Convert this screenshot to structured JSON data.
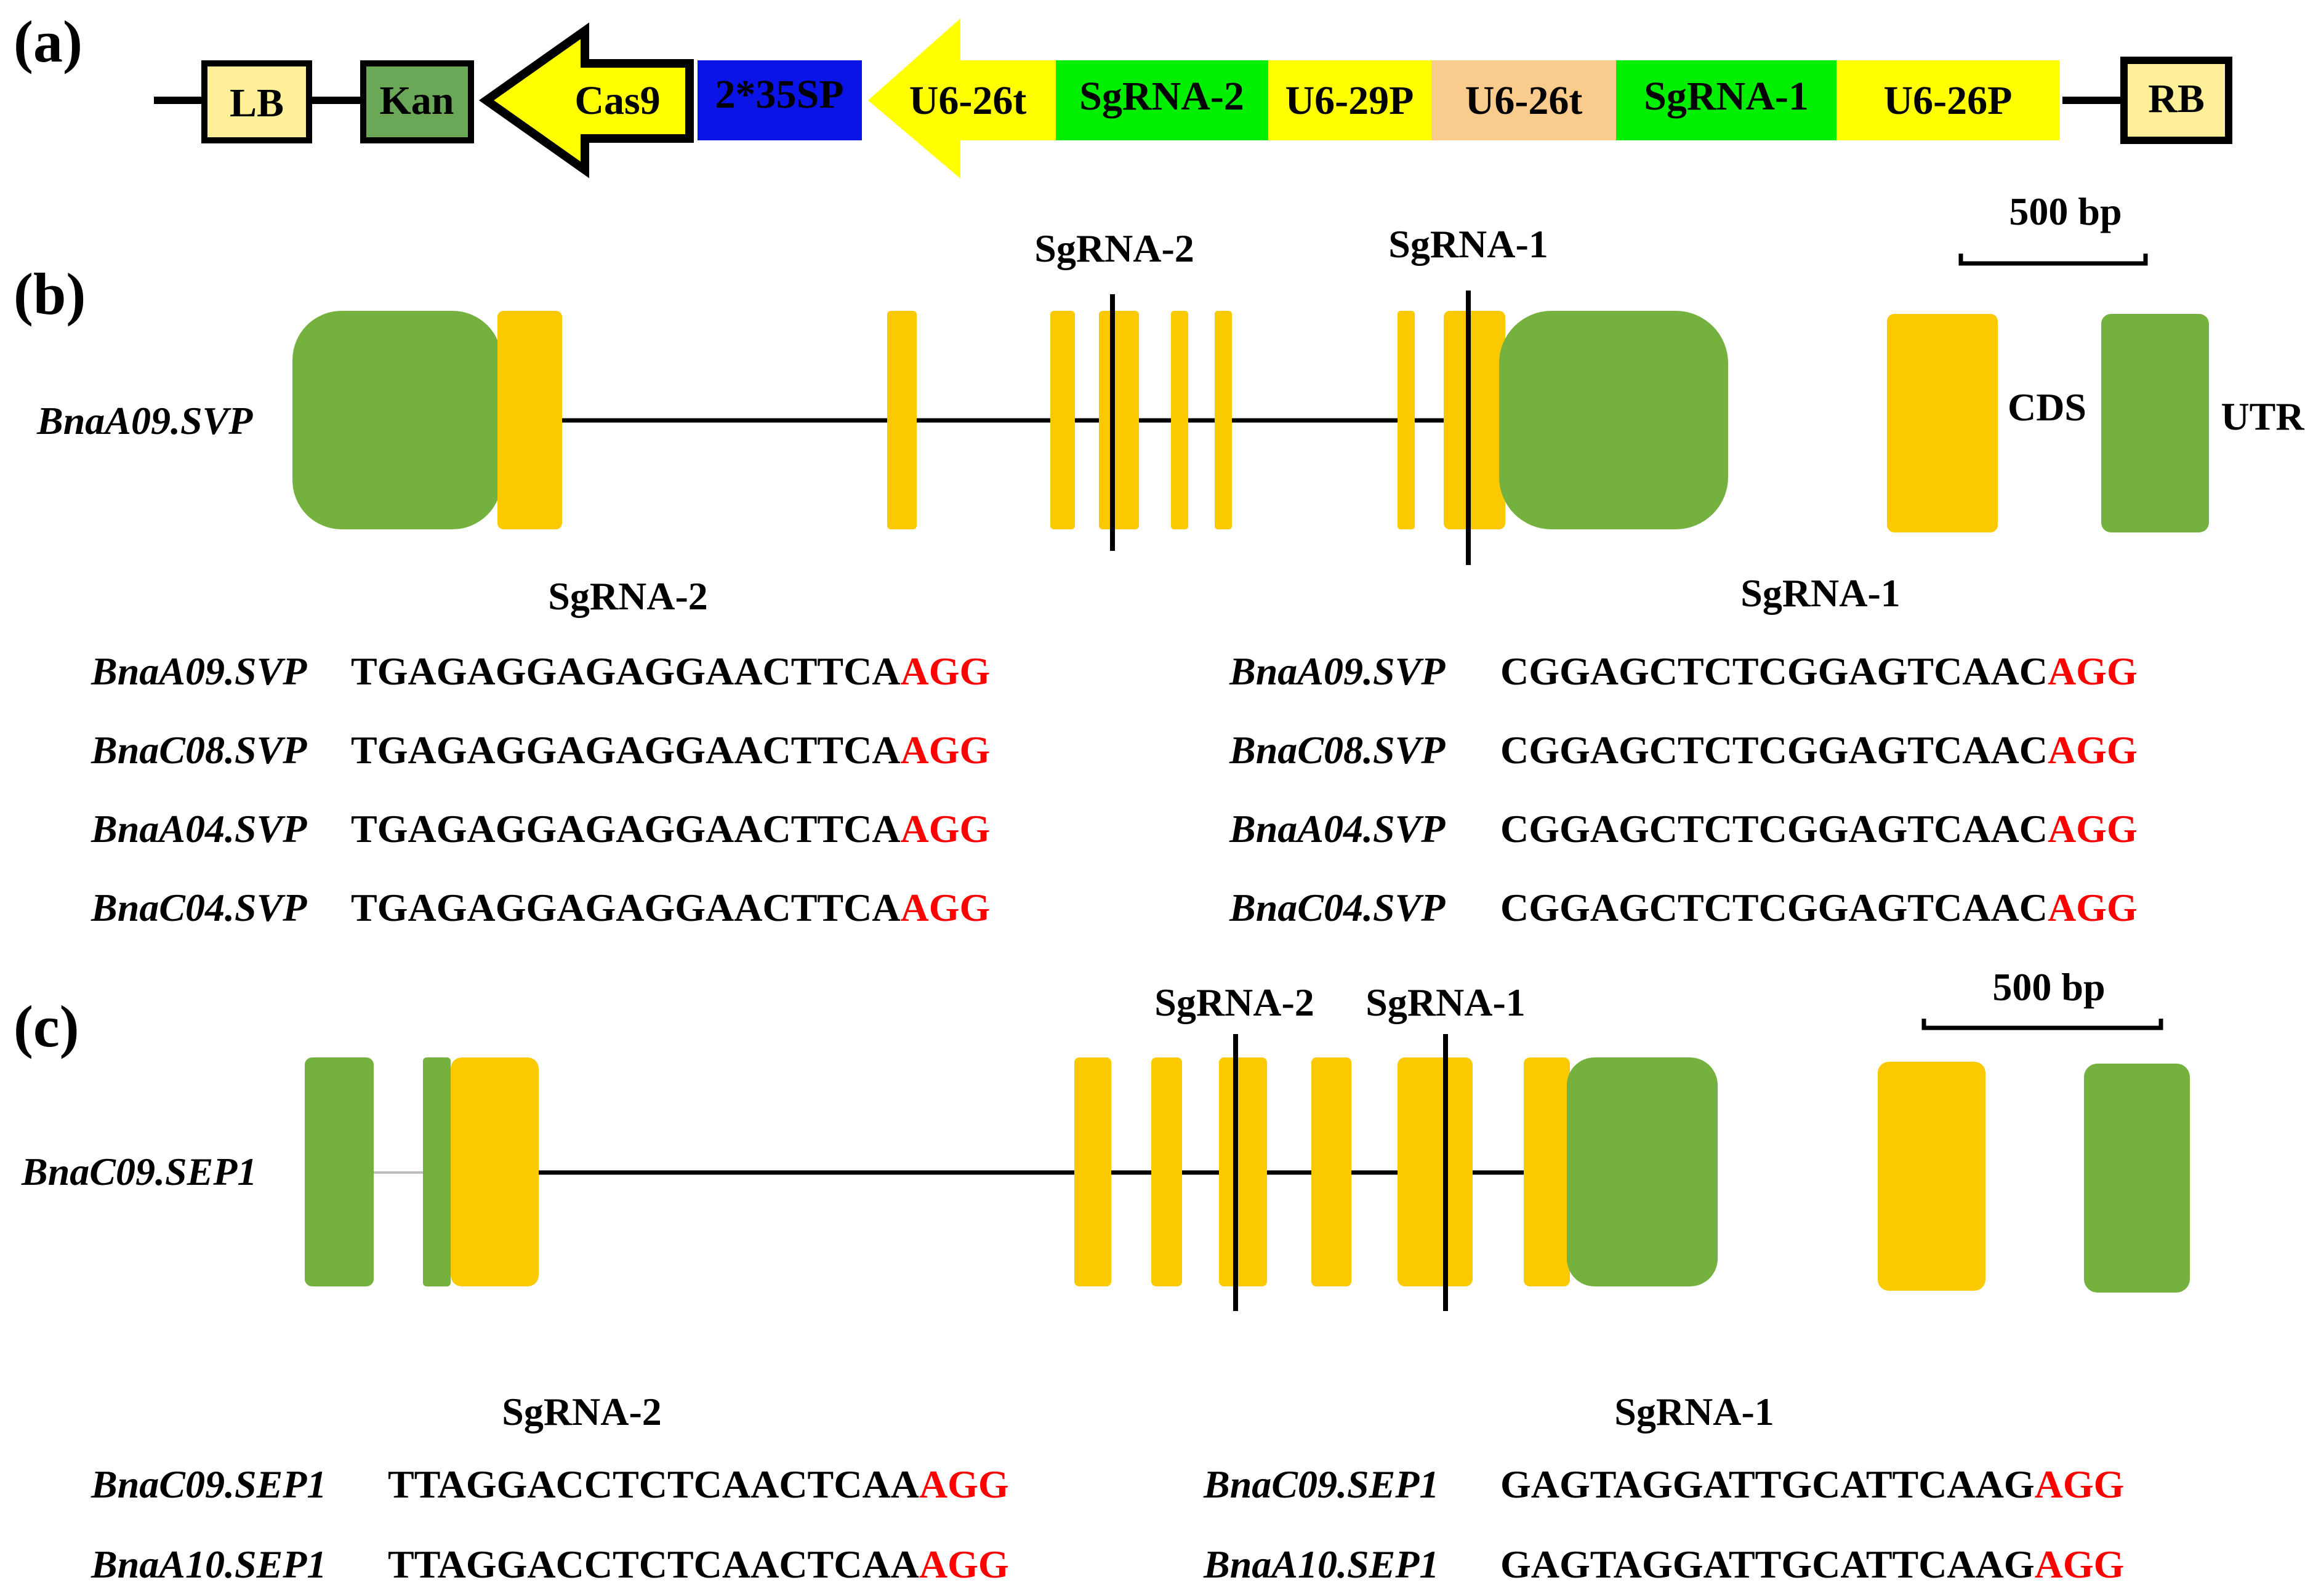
{
  "panel_a": {
    "label": "(a)",
    "elements": [
      {
        "id": "lb",
        "text": "LB",
        "color": "#ffef99"
      },
      {
        "id": "kan",
        "text": "Kan",
        "color": "#6aa857"
      },
      {
        "id": "cas9",
        "text": "Cas9",
        "color": "#ffff00"
      },
      {
        "id": "p35s",
        "text": "2*35SP",
        "color": "#0b14e6"
      },
      {
        "id": "u626t_a",
        "text": "U6-26t",
        "color": "#ffff00"
      },
      {
        "id": "sgrna2",
        "text": "SgRNA-2",
        "color": "#00ee00"
      },
      {
        "id": "u629p",
        "text": "U6-29P",
        "color": "#ffff00"
      },
      {
        "id": "u626t_b",
        "text": "U6-26t",
        "color": "#f9cb8c"
      },
      {
        "id": "sgrna1",
        "text": "SgRNA-1",
        "color": "#00ee00"
      },
      {
        "id": "u626p",
        "text": "U6-26P",
        "color": "#ffff00"
      },
      {
        "id": "rb",
        "text": "RB",
        "color": "#ffef99"
      }
    ]
  },
  "panel_b": {
    "label": "(b)",
    "gene_name": "BnaA09.SVP",
    "target_labels": {
      "sgrna2": "SgRNA-2",
      "sgrna1": "SgRNA-1"
    },
    "scale_label": "500 bp",
    "legend": {
      "cds": "CDS",
      "utr": "UTR"
    },
    "colors": {
      "cds": "#fbc900",
      "utr": "#75b13f"
    },
    "seq_headers": {
      "left": "SgRNA-2",
      "right": "SgRNA-1"
    },
    "seq_rows": [
      {
        "gene": "BnaA09.SVP",
        "sg2": "TGAGAGGAGAGGAACTTCA",
        "pam2": "AGG",
        "sg1": "CGGAGCTCTCGGAGTCAAC",
        "pam1": "AGG"
      },
      {
        "gene": "BnaC08.SVP",
        "sg2": "TGAGAGGAGAGGAACTTCA",
        "pam2": "AGG",
        "sg1": "CGGAGCTCTCGGAGTCAAC",
        "pam1": "AGG"
      },
      {
        "gene": "BnaA04.SVP",
        "sg2": "TGAGAGGAGAGGAACTTCA",
        "pam2": "AGG",
        "sg1": "CGGAGCTCTCGGAGTCAAC",
        "pam1": "AGG"
      },
      {
        "gene": "BnaC04.SVP",
        "sg2": "TGAGAGGAGAGGAACTTCA",
        "pam2": "AGG",
        "sg1": "CGGAGCTCTCGGAGTCAAC",
        "pam1": "AGG"
      }
    ]
  },
  "panel_c": {
    "label": "(c)",
    "gene_name": "BnaC09.SEP1",
    "target_labels": {
      "sgrna2": "SgRNA-2",
      "sgrna1": "SgRNA-1"
    },
    "scale_label": "500 bp",
    "seq_headers": {
      "left": "SgRNA-2",
      "right": "SgRNA-1"
    },
    "seq_rows": [
      {
        "gene": "BnaC09.SEP1",
        "sg2": "TTAGGACCTCTCAACTCAA",
        "pam2": "AGG",
        "sg1": "GAGTAGGATTGCATTCAAG",
        "pam1": "AGG"
      },
      {
        "gene": "BnaA10.SEP1",
        "sg2": "TTAGGACCTCTCAACTCAA",
        "pam2": "AGG",
        "sg1": "GAGTAGGATTGCATTCAAG",
        "pam1": "AGG"
      }
    ]
  },
  "pam_color": "#ff0000"
}
